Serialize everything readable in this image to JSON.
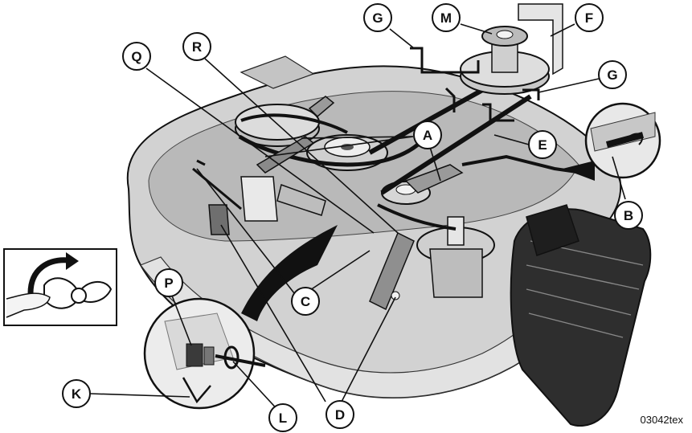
{
  "figure_id": "03042tex",
  "callouts": {
    "a": "A",
    "b": "B",
    "c": "C",
    "d": "D",
    "e": "E",
    "f": "F",
    "g": "G",
    "k": "K",
    "l": "L",
    "m": "M",
    "p": "P",
    "q": "Q",
    "r": "R"
  },
  "colors": {
    "ink": "#111111",
    "deck": "#cfcfcf",
    "deck_shade": "#a9a9a9",
    "background": "#ffffff"
  }
}
